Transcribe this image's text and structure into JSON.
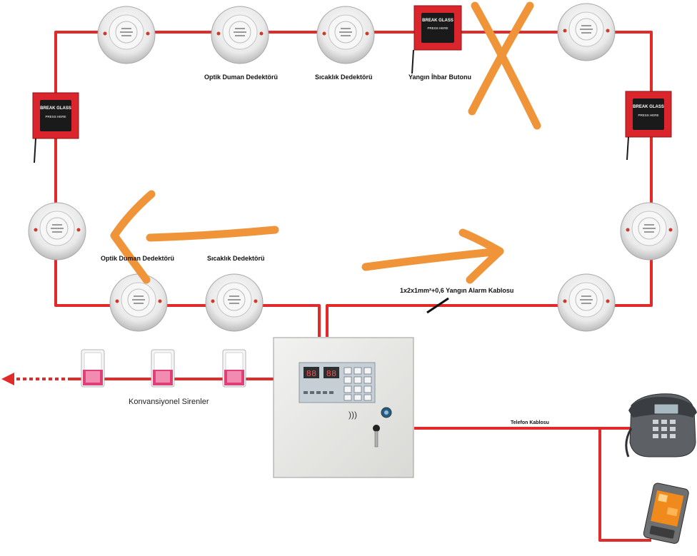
{
  "labels": {
    "smoke_top": "Optik Duman Dedektörü",
    "heat_top": "Sıcaklık Dedektörü",
    "button_top": "Yangın İhbar Butonu",
    "smoke_mid": "Optik Duman Dedektörü",
    "heat_mid": "Sıcaklık Dedektörü",
    "cable": "1x2x1mm²+0,6 Yangın Alarm Kablosu",
    "sirens": "Konvansiyonel Sirenler",
    "phone_cable": "Telefon Kablosu"
  },
  "call_point": {
    "line1": "BREAK GLASS",
    "line2": "PRESS HERE"
  },
  "panel_display": [
    "88",
    "88"
  ],
  "colors": {
    "wire": "#e12b2b",
    "annotation": "#f0943a",
    "call_point": "#d9252b",
    "siren_pink": "#e0407a"
  }
}
